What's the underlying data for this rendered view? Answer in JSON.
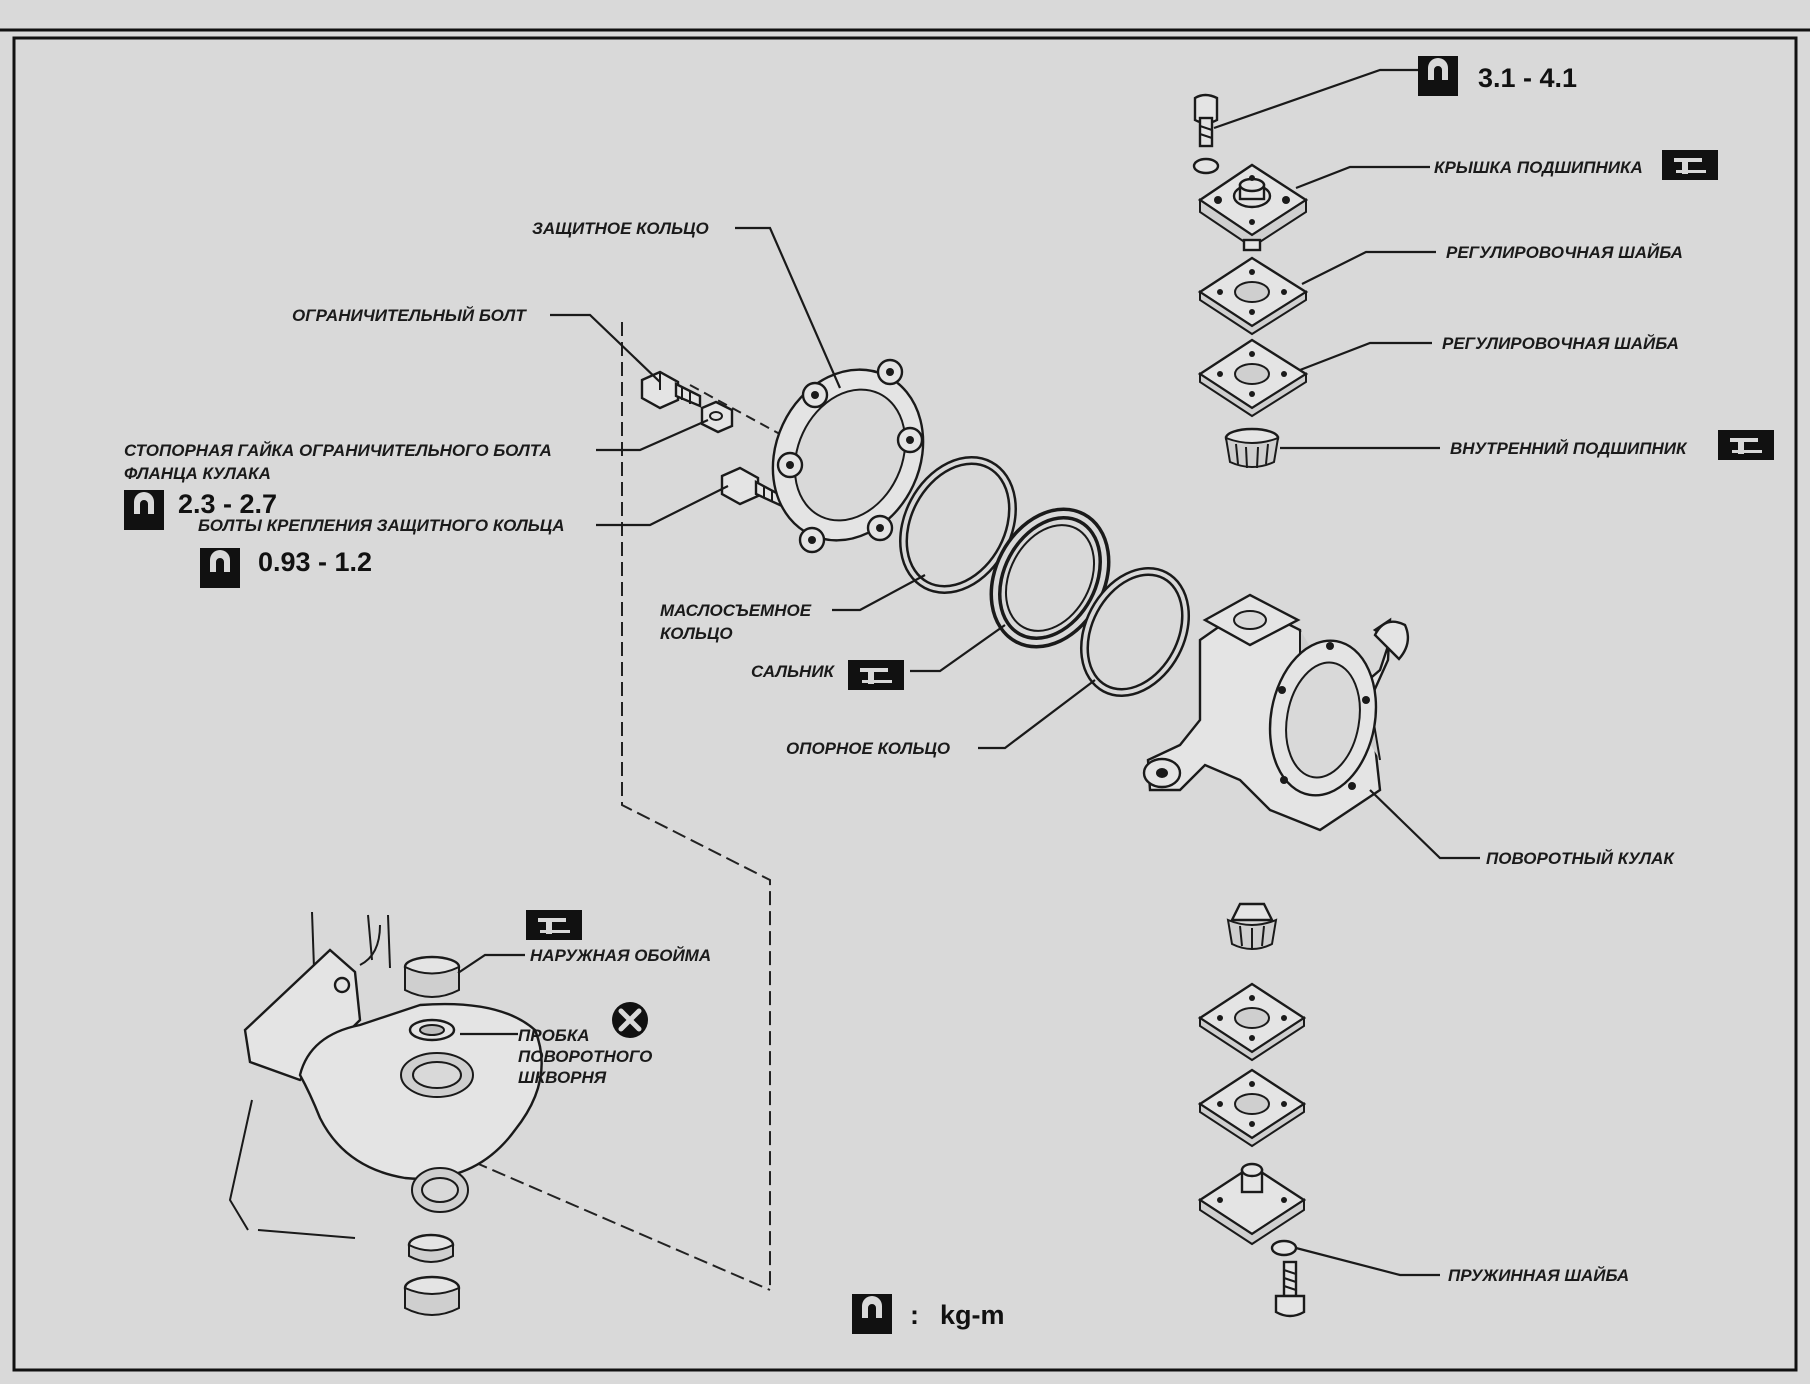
{
  "labels": {
    "protective_ring": "ЗАЩИТНОЕ КОЛЬЦО",
    "stop_bolt": "ОГРАНИЧИТЕЛЬНЫЙ БОЛТ",
    "lock_nut_line1": "СТОПОРНАЯ ГАЙКА ОГРАНИЧИТЕЛЬНОГО БОЛТА",
    "lock_nut_line2": "ФЛАНЦА КУЛАКА",
    "ring_bolts": "БОЛТЫ КРЕПЛЕНИЯ ЗАЩИТНОГО КОЛЬЦА",
    "oil_ring_line1": "МАСЛОСЪЕМНОЕ",
    "oil_ring_line2": "КОЛЬЦО",
    "oil_seal": "САЛЬНИК",
    "support_ring": "ОПОРНОЕ КОЛЬЦО",
    "bearing_cap": "КРЫШКА ПОДШИПНИКА",
    "shim_1": "РЕГУЛИРОВОЧНАЯ ШАЙБА",
    "shim_2": "РЕГУЛИРОВОЧНАЯ ШАЙБА",
    "inner_bearing": "ВНУТРЕННИЙ ПОДШИПНИК",
    "steering_knuckle": "ПОВОРОТНЫЙ КУЛАК",
    "outer_race": "НАРУЖНАЯ ОБОЙМА",
    "kingpin_plug_line1": "ПРОБКА",
    "kingpin_plug_line2": "ПОВОРОТНОГО",
    "kingpin_plug_line3": "ШКВОРНЯ",
    "spring_washer": "ПРУЖИННАЯ ШАЙБА"
  },
  "torques": {
    "top_bolt": "3.1 - 4.1",
    "lock_nut": "2.3 - 2.7",
    "ring_bolts": "0.93 - 1.2"
  },
  "legend": {
    "colon": ":",
    "unit": "kg-m"
  },
  "icons": {
    "torque": "torque-wrench-icon",
    "press_tool": "press-tool-icon",
    "do_not_reuse": "x-circle-icon"
  },
  "colors": {
    "background": "#d9d9d9",
    "ink": "#1a1a1a"
  }
}
